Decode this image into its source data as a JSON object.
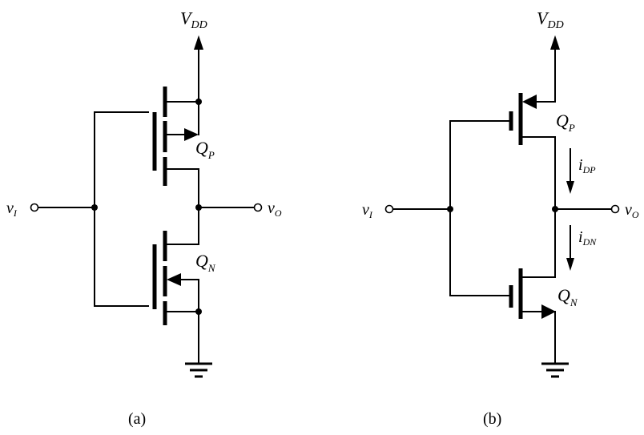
{
  "figure": {
    "panels": [
      {
        "id": "a",
        "caption": "(a)",
        "supply": {
          "symbol": "V",
          "subscript": "DD"
        },
        "input": {
          "symbol": "v",
          "subscript": "I"
        },
        "output": {
          "symbol": "v",
          "subscript": "O"
        },
        "transistors": [
          {
            "name": "Q",
            "subscript": "P",
            "type": "PMOS",
            "style": "substrate-terminal"
          },
          {
            "name": "Q",
            "subscript": "N",
            "type": "NMOS",
            "style": "substrate-terminal"
          }
        ]
      },
      {
        "id": "b",
        "caption": "(b)",
        "supply": {
          "symbol": "V",
          "subscript": "DD"
        },
        "input": {
          "symbol": "v",
          "subscript": "I"
        },
        "output": {
          "symbol": "v",
          "subscript": "O"
        },
        "transistors": [
          {
            "name": "Q",
            "subscript": "P",
            "type": "PMOS",
            "style": "simplified"
          },
          {
            "name": "Q",
            "subscript": "N",
            "type": "NMOS",
            "style": "simplified"
          }
        ],
        "currents": [
          {
            "symbol": "i",
            "subscript": "DP",
            "direction": "down"
          },
          {
            "symbol": "i",
            "subscript": "DN",
            "direction": "down"
          }
        ]
      }
    ],
    "colors": {
      "ink": "#000000",
      "background": "#ffffff"
    }
  }
}
